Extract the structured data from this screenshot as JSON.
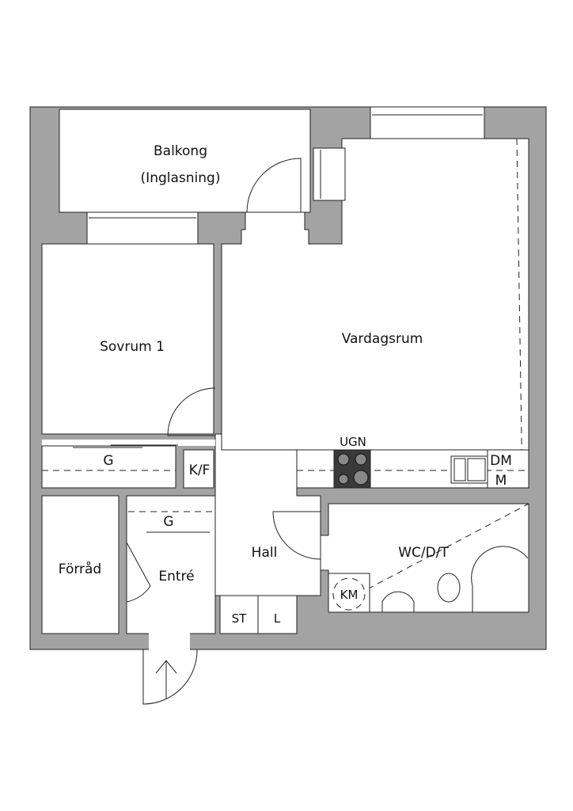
{
  "rooms": {
    "balcony": "Balkong",
    "balcony_note": "(Inglasning)",
    "bedroom": "Sovrum 1",
    "living": "Vardagsrum",
    "oven": "UGN",
    "wardrobe_bedroom": "G",
    "fridge_freezer": "K/F",
    "dishwasher": "DM",
    "microwave": "M",
    "wardrobe_entry": "G",
    "hall": "Hall",
    "storage": "Förråd",
    "entry": "Entré",
    "bathroom": "WC/D/T",
    "washer": "KM",
    "closet_st": "ST",
    "closet_l": "L"
  },
  "colors": {
    "wall": "#a3a3a3",
    "line": "#222222",
    "stove": "#3a3a3a"
  }
}
